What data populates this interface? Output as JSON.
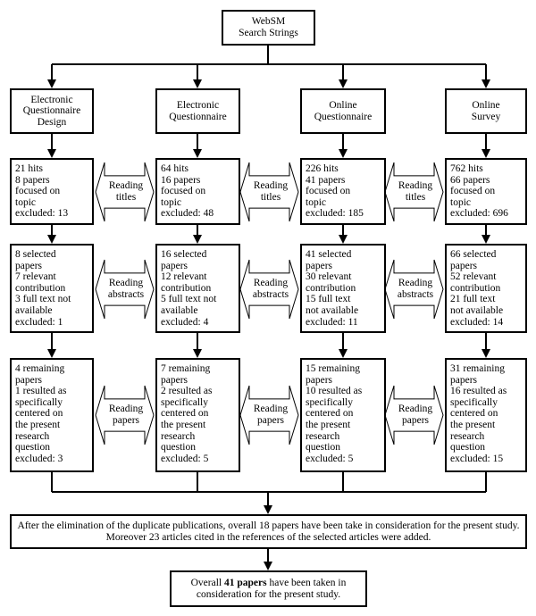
{
  "top_box": {
    "lines": [
      "WebSM",
      "Search Strings"
    ]
  },
  "columns": [
    {
      "header": [
        "Electronic",
        "Questionnaire",
        "Design"
      ],
      "hits": [
        "21 hits",
        "8 papers",
        "focused on",
        "topic",
        "excluded: 13"
      ],
      "selected": [
        "8 selected",
        "papers",
        "7 relevant",
        "contribution",
        "3 full text not",
        "available",
        "excluded: 1"
      ],
      "remaining": [
        "4 remaining",
        "papers",
        "1 resulted as",
        "specifically",
        "centered on",
        "the present",
        "research",
        "question",
        "excluded: 3"
      ]
    },
    {
      "header": [
        "Electronic",
        "Questionnaire"
      ],
      "hits": [
        "64 hits",
        "16 papers",
        "focused on",
        "topic",
        "excluded: 48"
      ],
      "selected": [
        "16 selected",
        "papers",
        "12 relevant",
        "contribution",
        "5 full text not",
        "available",
        "excluded: 4"
      ],
      "remaining": [
        "7 remaining",
        "papers",
        "2 resulted as",
        "specifically",
        "centered on",
        "the present",
        "research",
        "question",
        "excluded: 5"
      ]
    },
    {
      "header": [
        "Online",
        "Questionnaire"
      ],
      "hits": [
        "226 hits",
        "41 papers",
        "focused on",
        "topic",
        "excluded: 185"
      ],
      "selected": [
        "41 selected",
        "papers",
        "30 relevant",
        "contribution",
        "15 full text",
        "not available",
        "excluded: 11"
      ],
      "remaining": [
        "15 remaining",
        "papers",
        "10 resulted as",
        "specifically",
        "centered on",
        "the present",
        "research",
        "question",
        "excluded: 5"
      ]
    },
    {
      "header": [
        "Online",
        "Survey"
      ],
      "hits": [
        "762 hits",
        "66 papers",
        "focused on",
        "topic",
        "excluded: 696"
      ],
      "selected": [
        "66 selected",
        "papers",
        "52 relevant",
        "contribution",
        "21 full text",
        "not available",
        "excluded: 14"
      ],
      "remaining": [
        "31 remaining",
        "papers",
        "16 resulted as",
        "specifically",
        "centered on",
        "the present",
        "research",
        "question",
        "excluded: 15"
      ]
    }
  ],
  "arrow_labels": {
    "titles": [
      "Reading",
      "titles"
    ],
    "abstracts": [
      "Reading",
      "abstracts"
    ],
    "papers": [
      "Reading",
      "papers"
    ]
  },
  "summary": {
    "line1": "After the elimination of the duplicate publications, overall 18 papers have been take in consideration for the present study.",
    "line2": "Moreover  23 articles cited in the references of the selected articles were added."
  },
  "final": {
    "prefix": "Overall ",
    "bold": "41 papers",
    "suffix": " have been taken in",
    "line2": "consideration for the present study."
  }
}
